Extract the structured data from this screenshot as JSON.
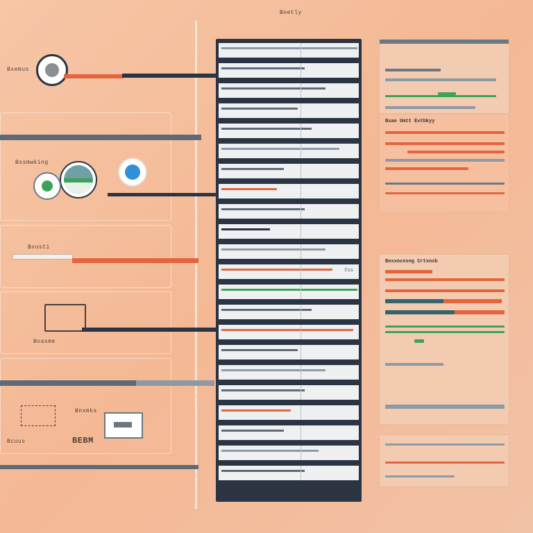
{
  "header": {
    "top_label": "Boetly"
  },
  "left": {
    "labels": {
      "n1": "Bxemus",
      "n2": "Bssmwking",
      "n3": "Bxusti",
      "n4": "Boaxme",
      "n5": "Bnxmks",
      "n6": "Bcuus",
      "n7": "BEBM"
    }
  },
  "table": {
    "rows": [
      {
        "right_text": ""
      },
      {
        "right_text": ""
      },
      {
        "right_text": ""
      },
      {
        "right_text": ""
      },
      {
        "right_text": ""
      },
      {
        "right_text": ""
      },
      {
        "right_text": ""
      },
      {
        "right_text": ""
      },
      {
        "right_text": ""
      },
      {
        "right_text": ""
      },
      {
        "right_text": ""
      },
      {
        "right_text": "Css"
      },
      {
        "right_text": ""
      },
      {
        "right_text": ""
      },
      {
        "right_text": ""
      },
      {
        "right_text": ""
      },
      {
        "right_text": ""
      },
      {
        "right_text": ""
      },
      {
        "right_text": ""
      },
      {
        "right_text": ""
      },
      {
        "right_text": ""
      },
      {
        "right_text": ""
      }
    ]
  },
  "cards": {
    "card2_title": "Bxae Umtt Evtbkyy",
    "card3_title": "Bexxocesng Crtxnxb"
  },
  "colors": {
    "orange": "#e2653f",
    "navy": "#2b3442",
    "slate": "#5e6a77",
    "green": "#3ea35a",
    "teal": "#37636b"
  }
}
